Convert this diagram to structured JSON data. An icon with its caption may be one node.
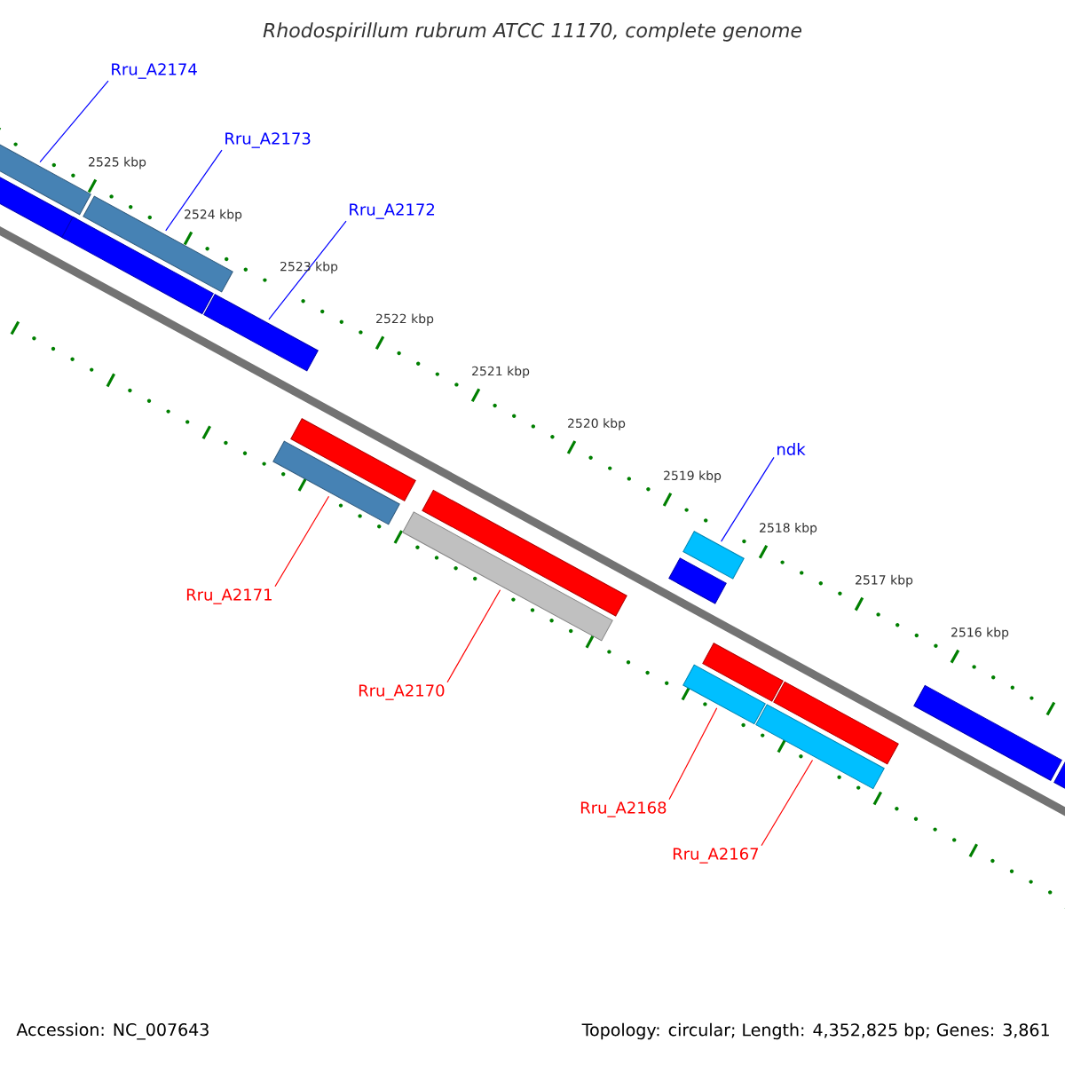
{
  "diagram": {
    "title": "Rhodospirillum rubrum ATCC 11170, complete genome",
    "nodes": [
      {
        "text": [
          "Rru_A2174"
        ]
      },
      {
        "text": [
          "Rru_A2173"
        ]
      },
      {
        "text": [
          "Rru_A2172"
        ]
      },
      {
        "text": [
          "ndk"
        ]
      },
      {
        "text": [
          "Rru_A2171"
        ]
      },
      {
        "text": [
          "Rru_A2170"
        ]
      },
      {
        "text": [
          "Rru_A2168"
        ]
      },
      {
        "text": [
          "Rru_A2167"
        ]
      },
      {
        "text": [],
        "shape": "bar"
      },
      {
        "text": [],
        "shape": "bar"
      },
      {
        "text": [],
        "shape": "bar"
      },
      {
        "text": [],
        "shape": "bar"
      },
      {
        "text": [],
        "shape": "bar"
      },
      {
        "text": [],
        "shape": "bar"
      },
      {
        "text": [],
        "shape": "bar"
      },
      {
        "text": [],
        "shape": "bar"
      },
      {
        "text": [],
        "shape": "bar"
      },
      {
        "text": [],
        "shape": "bar"
      },
      {
        "text": [],
        "shape": "bar"
      },
      {
        "text": [],
        "shape": "bar"
      },
      {
        "text": [],
        "shape": "bar"
      },
      {
        "text": [],
        "shape": "bar"
      },
      {
        "text": [],
        "shape": "bar"
      },
      {
        "text": [],
        "shape": "bar"
      },
      {
        "text": [],
        "shape": "bar"
      }
    ],
    "edges": [
      {
        "from": 0,
        "to": 8,
        "arrow": "none",
        "color": "#0000ff"
      },
      {
        "from": 1,
        "to": 10,
        "arrow": "none",
        "color": "#0000ff"
      },
      {
        "from": 2,
        "to": 12,
        "arrow": "none",
        "color": "#0000ff"
      },
      {
        "from": 3,
        "to": 17,
        "arrow": "none",
        "color": "#0000ff"
      },
      {
        "from": 4,
        "to": 14,
        "arrow": "none",
        "color": "#ff0000"
      },
      {
        "from": 5,
        "to": 16,
        "arrow": "none",
        "color": "#ff0000"
      },
      {
        "from": 6,
        "to": 21,
        "arrow": "none",
        "color": "#ff0000"
      },
      {
        "from": 7,
        "to": 22,
        "arrow": "none",
        "color": "#ff0000"
      }
    ],
    "labels": [
      "2525 kbp",
      "2524 kbp",
      "2523 kbp",
      "2522 kbp",
      "2521 kbp",
      "2520 kbp",
      "2519 kbp",
      "2518 kbp",
      "2517 kbp",
      "2516 kbp",
      "Accession: NC_007643",
      "Topology: circular; Length: 4,352,825 bp; Genes: 3,861"
    ]
  }
}
